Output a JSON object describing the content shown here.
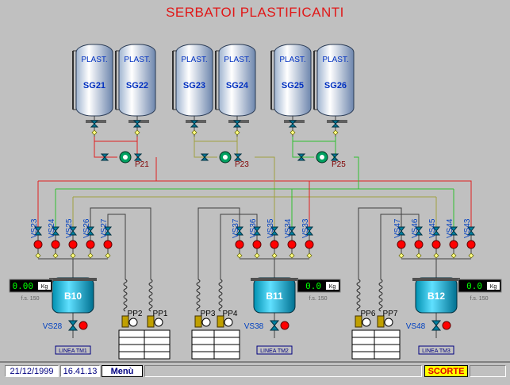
{
  "title": "SERBATOI PLASTIFICANTI",
  "tanks": [
    {
      "label": "PLAST.",
      "name": "SG21"
    },
    {
      "label": "PLAST.",
      "name": "SG22"
    },
    {
      "label": "PLAST.",
      "name": "SG23"
    },
    {
      "label": "PLAST.",
      "name": "SG24"
    },
    {
      "label": "PLAST.",
      "name": "SG25"
    },
    {
      "label": "PLAST.",
      "name": "SG26"
    }
  ],
  "pumps": [
    "P21",
    "P23",
    "P25"
  ],
  "valves": {
    "group1": [
      "VS23",
      "VS24",
      "VS25",
      "VS26",
      "VS27"
    ],
    "group2": [
      "VS37",
      "VS36",
      "VS35",
      "VS34",
      "VS33"
    ],
    "group3": [
      "VS47",
      "VS46",
      "VS45",
      "VS44",
      "VS43"
    ]
  },
  "scales": [
    {
      "value": "0.00",
      "unit": "Kg",
      "fs": "f.s. 150"
    },
    {
      "value": "0.0",
      "unit": "Kg",
      "fs": "f.s. 150"
    },
    {
      "value": "0.0",
      "unit": "Kg",
      "fs": "f.s. 150"
    }
  ],
  "mixers": [
    {
      "name": "B10",
      "valve": "VS28",
      "line": "LINEA TM1"
    },
    {
      "name": "B11",
      "valve": "VS38",
      "line": "LINEA TM2"
    },
    {
      "name": "B12",
      "valve": "VS48",
      "line": "LINEA TM3"
    }
  ],
  "drum_pumps": [
    "PP2",
    "PP1",
    "PP3",
    "PP4",
    "PP6",
    "PP7"
  ],
  "status": {
    "date": "21/12/1999",
    "time": "16.41.13",
    "menu": "Menù",
    "stock": "SCORTE"
  },
  "colors": {
    "background": "#c0c0c0",
    "title": "#e01818",
    "tank_text": "#0030c0",
    "line_red": "#e02020",
    "line_olive": "#a0a040",
    "line_green": "#30c030",
    "valve": "#0080a0",
    "indicator_red": "#ff0000",
    "mixer": "#00a0c0",
    "scale_value": "#00ff00",
    "stock_button": "#ffff00"
  }
}
